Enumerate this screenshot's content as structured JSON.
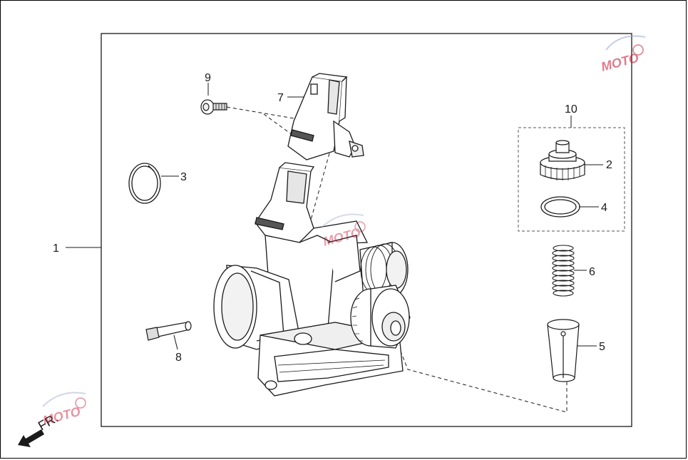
{
  "callouts": {
    "c1": "1",
    "c2": "2",
    "c3": "3",
    "c4": "4",
    "c5": "5",
    "c6": "6",
    "c7": "7",
    "c8": "8",
    "c9": "9",
    "c10": "10"
  },
  "direction": {
    "label": "FR."
  },
  "colors": {
    "line": "#1a1a1a",
    "part_fill": "#ffffff",
    "shade": "#d9d9d9",
    "watermark": "#c8102e"
  },
  "icons": {
    "direction": "arrow-down-left-icon",
    "watermark": "gear-logo-icon"
  }
}
